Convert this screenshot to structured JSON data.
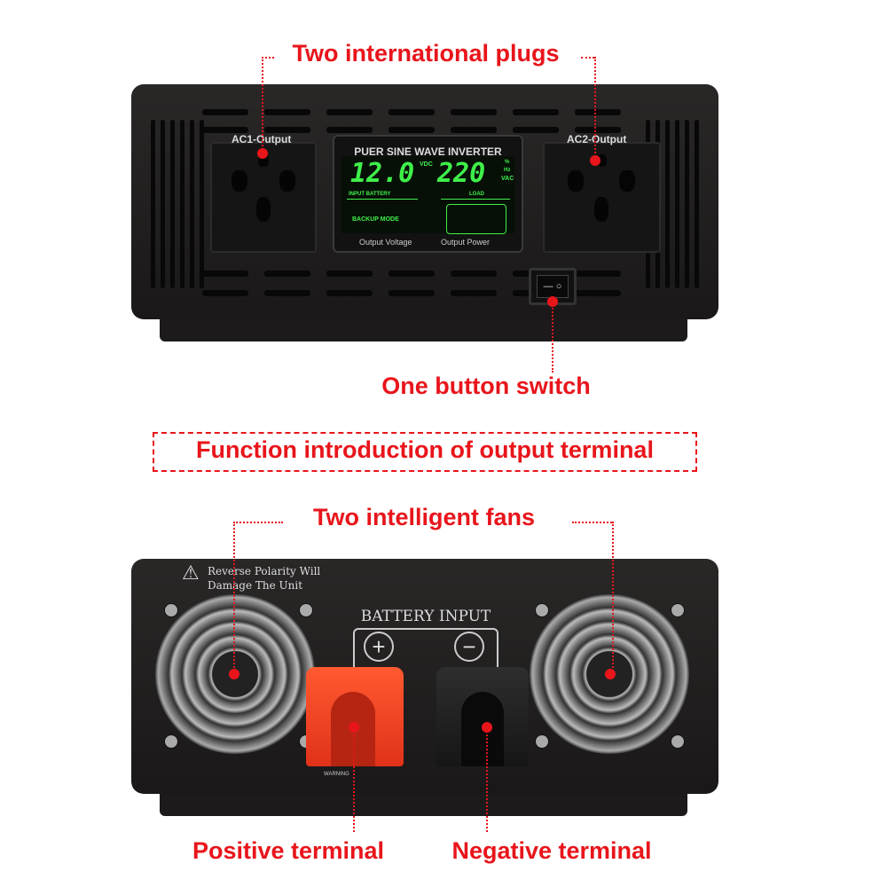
{
  "labels": {
    "plugs": "Two international plugs",
    "switch": "One button switch",
    "section_title": "Function introduction of output terminal",
    "fans": "Two intelligent fans",
    "positive": "Positive terminal",
    "negative": "Negative terminal"
  },
  "front_panel": {
    "ac1": "AC1-Output",
    "ac2": "AC2-Output",
    "lcd_title": "PUER SINE WAVE INVERTER",
    "battery_value": "12.0",
    "battery_unit": "VDC",
    "battery_label": "INPUT BATTERY",
    "output_value": "220",
    "output_units": [
      "%",
      "Hz",
      "VAC"
    ],
    "load_label": "LOAD",
    "mode": "BACKUP MODE",
    "button_voltage": "Output Voltage",
    "button_power": "Output Power"
  },
  "rear_panel": {
    "warning_line1": "Reverse Polarity Will",
    "warning_line2": "Damage The Unit",
    "battery_input": "BATTERY INPUT",
    "plus": "+",
    "minus": "−",
    "terminal_warning": "WARNING"
  },
  "colors": {
    "annotation": "#e8151b",
    "lcd_green": "#3ff04a",
    "positive_cap": "#f0401e",
    "negative_cap": "#1a1a1a"
  }
}
